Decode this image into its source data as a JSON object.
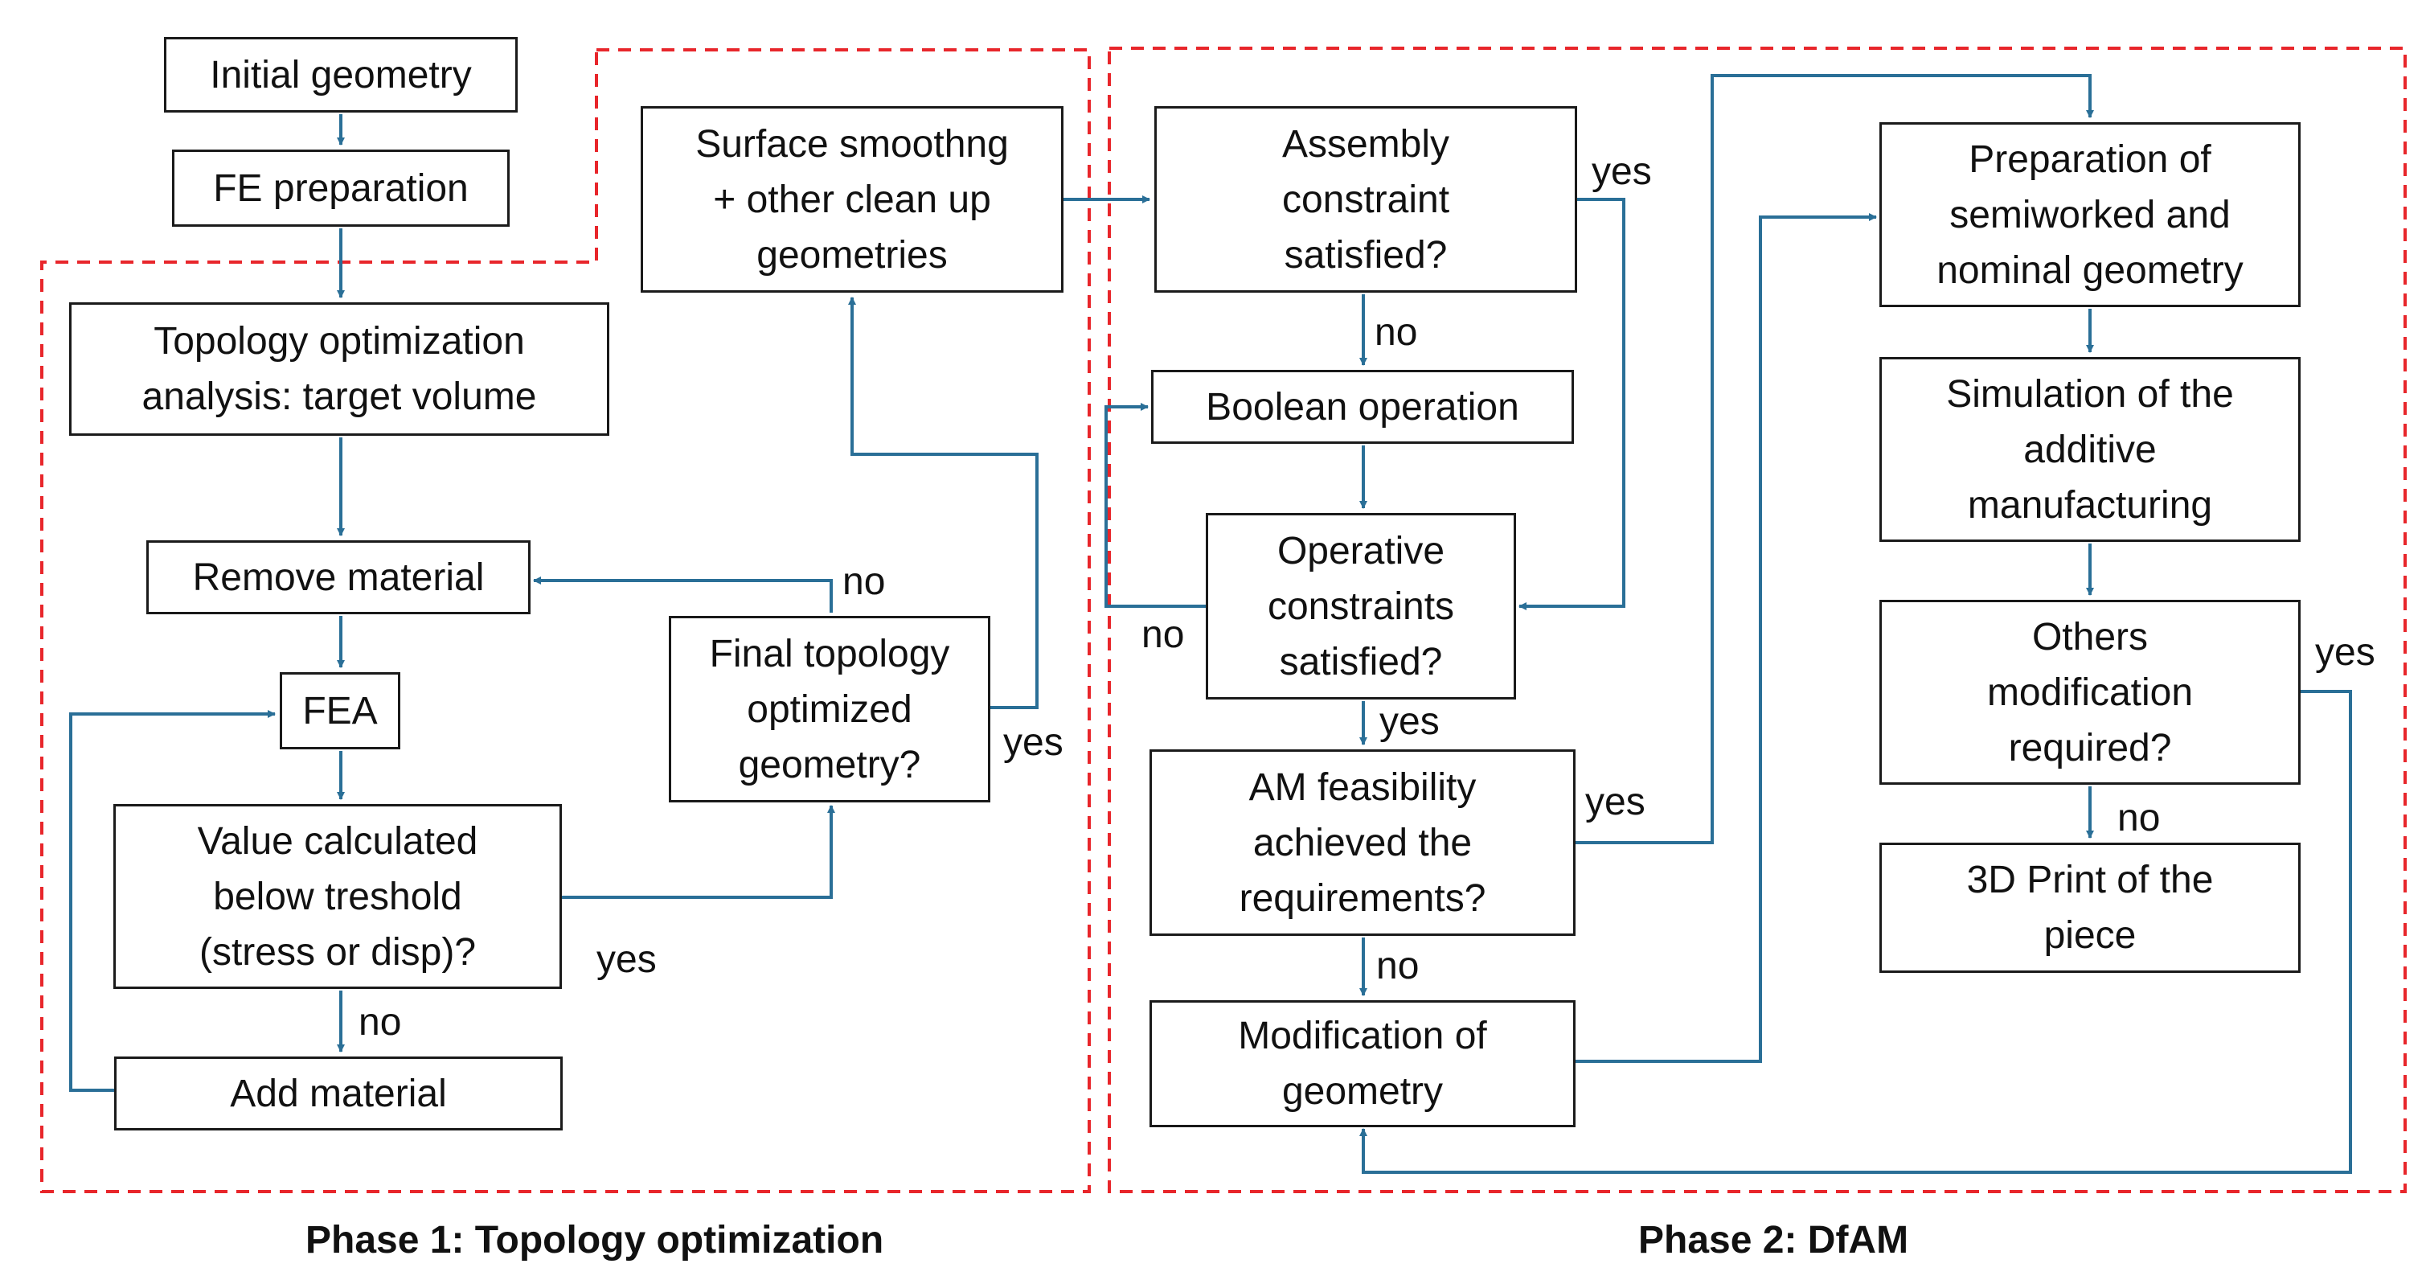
{
  "colors": {
    "arrow": "#2a6f97",
    "phase_border": "#e8262b",
    "box_border": "#1a1a1a"
  },
  "phases": {
    "phase1": "Phase 1: Topology optimization",
    "phase2": "Phase 2: DfAM"
  },
  "nodes": {
    "initial_geometry": "Initial geometry",
    "fe_preparation": "FE preparation",
    "topology_analysis": "Topology optimization\nanalysis: target volume",
    "remove_material": "Remove material",
    "fea": "FEA",
    "value_calculated": "Value calculated\nbelow treshold\n(stress or disp)?",
    "add_material": "Add material",
    "final_topology": "Final topology\noptimized\ngeometry?",
    "surface_smoothing": "Surface smoothng\n+ other clean up\ngeometries",
    "assembly_constraint": "Assembly\nconstraint\nsatisfied?",
    "boolean_operation": "Boolean operation",
    "operative_constraints": "Operative\nconstraints\nsatisfied?",
    "am_feasibility": "AM feasibility\nachieved the\nrequirements?",
    "modification_geometry": "Modification of\ngeometry",
    "preparation_semiworked": "Preparation of\nsemiworked and\nnominal geometry",
    "simulation_additive": "Simulation of the\nadditive\nmanufacturing",
    "others_modification": "Others\nmodification\nrequired?",
    "print_piece": "3D Print of the\npiece"
  },
  "edge_labels": {
    "value_no": "no",
    "value_yes": "yes",
    "final_no": "no",
    "final_yes": "yes",
    "assembly_no": "no",
    "assembly_yes": "yes",
    "operative_no": "no",
    "operative_yes": "yes",
    "am_no": "no",
    "am_yes": "yes",
    "others_no": "no",
    "others_yes": "yes"
  }
}
